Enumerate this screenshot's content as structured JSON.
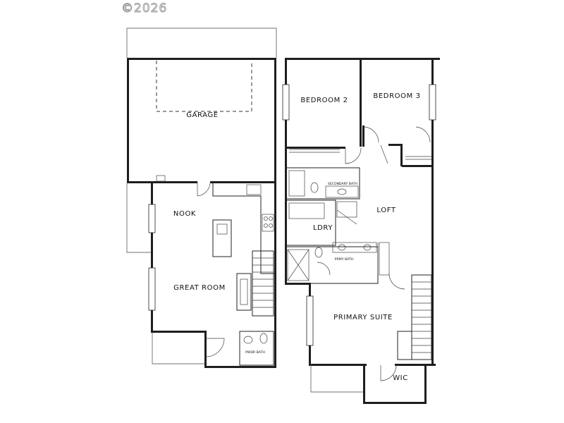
{
  "copyright": "©2026",
  "rooms": {
    "garage": "GARAGE",
    "nook": "NOOK",
    "great_room": "GREAT ROOM",
    "pdr_bath": "PWDR BATH",
    "bedroom2": "BEDROOM 2",
    "bedroom3": "BEDROOM 3",
    "secondary_bath": "SECONDARY BATH",
    "loft": "LOFT",
    "ldry": "LDRY",
    "prmy_bath": "PRMY BATH",
    "primary_suite": "PRIMARY SUITE",
    "wic": "WIC"
  }
}
